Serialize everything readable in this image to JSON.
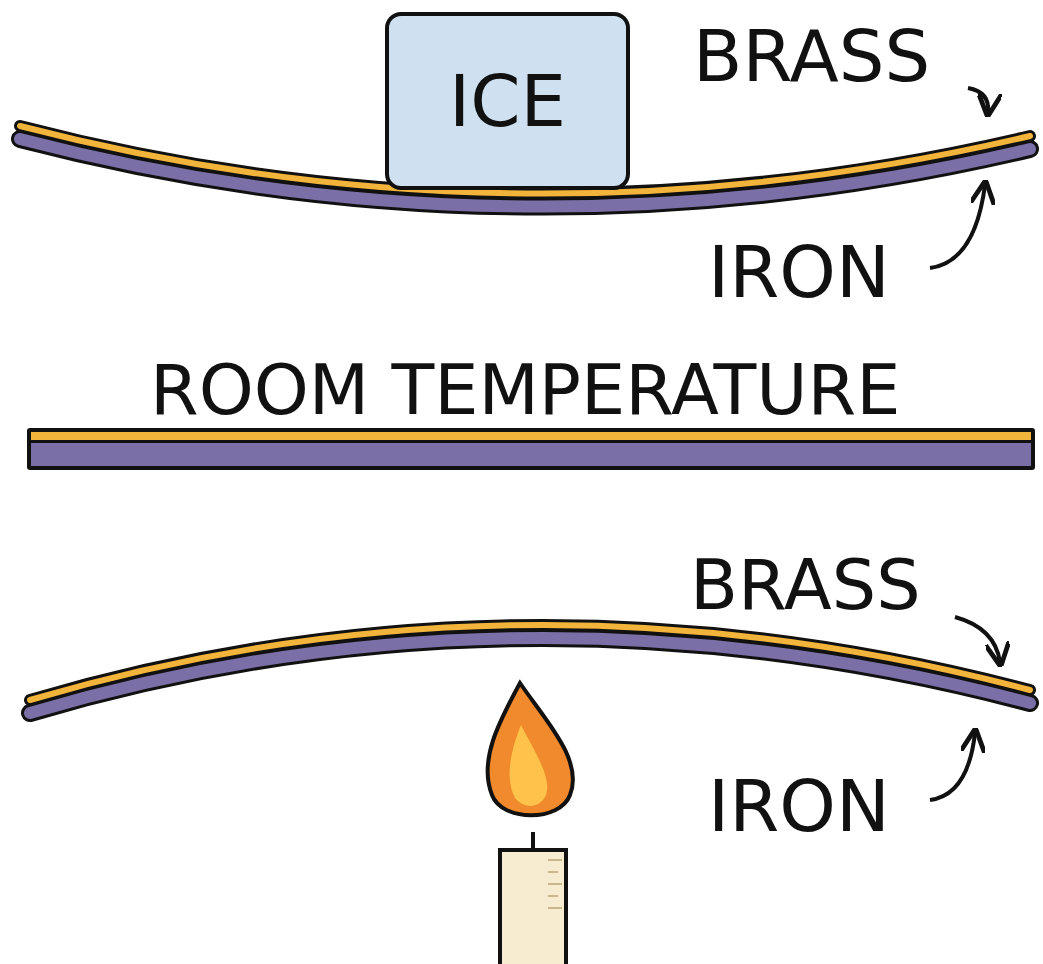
{
  "diagram": {
    "nodes": [
      {
        "text": [
          "ICE"
        ]
      }
    ],
    "labels": [
      "BRASS",
      "IRON",
      "ROOM TEMPERATURE",
      "BRASS",
      "IRON"
    ]
  }
}
